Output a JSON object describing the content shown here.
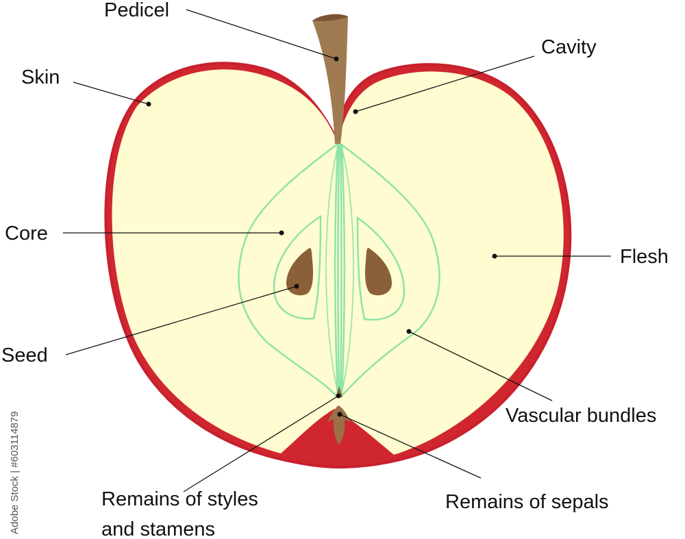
{
  "diagram": {
    "labels": {
      "pedicel": "Pedicel",
      "cavity": "Cavity",
      "skin": "Skin",
      "core": "Core",
      "flesh": "Flesh",
      "seed": "Seed",
      "vascular_bundles": "Vascular bundles",
      "remains_styles_line1": "Remains of styles",
      "remains_styles_line2": "and stamens",
      "remains_sepals": "Remains of sepals"
    },
    "watermark": "Adobe Stock | #603114879",
    "colors": {
      "skin": "#d0262f",
      "flesh": "#fefcd0",
      "core_lines": "#8fe3a8",
      "seed": "#8a6038",
      "stem": "#a07a50",
      "sepals": "#9a7048"
    }
  }
}
